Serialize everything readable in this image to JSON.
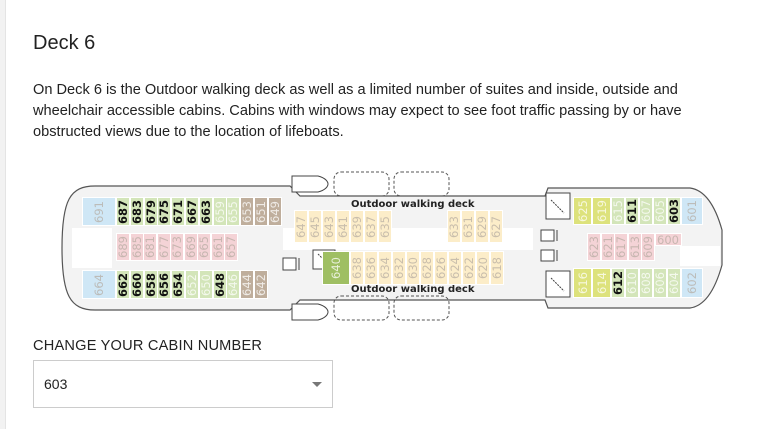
{
  "title": "Deck 6",
  "description": "On Deck 6 is the Outdoor walking deck as well as a limited number of suites and inside, outside and wheelchair accessible cabins. Cabins with windows may expect to see foot traffic passing by or have obstructed views due to the location of lifeboats.",
  "deck_plan": {
    "walking_deck_top": "Outdoor walking deck",
    "walking_deck_bottom": "Outdoor walking deck",
    "colors": {
      "green": "#d3e5b9",
      "greenDark": "#9fbf63",
      "lime": "#dde27c",
      "beige": "#bfae9c",
      "pink": "#f4d3d6",
      "blue": "#cfe7f6",
      "cream": "#fcedc9",
      "grey": "#ececec"
    },
    "groups": [
      {
        "id": "fwd-top",
        "cabins": [
          {
            "n": "691",
            "c": "blue",
            "a": false
          }
        ]
      },
      {
        "id": "fwd-top-row",
        "cabins": [
          {
            "n": "687",
            "c": "green",
            "a": true
          },
          {
            "n": "683",
            "c": "green",
            "a": true
          },
          {
            "n": "679",
            "c": "green",
            "a": true
          },
          {
            "n": "675",
            "c": "green",
            "a": true
          },
          {
            "n": "671",
            "c": "green",
            "a": true
          },
          {
            "n": "667",
            "c": "green",
            "a": true
          },
          {
            "n": "663",
            "c": "green",
            "a": true
          },
          {
            "n": "659",
            "c": "green",
            "a": false
          },
          {
            "n": "655",
            "c": "green",
            "a": false
          },
          {
            "n": "653",
            "c": "beige",
            "a": false
          },
          {
            "n": "651",
            "c": "beige",
            "a": false
          },
          {
            "n": "649",
            "c": "beige",
            "a": false
          }
        ]
      },
      {
        "id": "fwd-mid-row",
        "cabins": [
          {
            "n": "689",
            "c": "pink",
            "a": false
          },
          {
            "n": "685",
            "c": "pink",
            "a": false
          },
          {
            "n": "681",
            "c": "pink",
            "a": false
          },
          {
            "n": "677",
            "c": "pink",
            "a": false
          },
          {
            "n": "673",
            "c": "pink",
            "a": false
          },
          {
            "n": "669",
            "c": "pink",
            "a": false
          },
          {
            "n": "665",
            "c": "pink",
            "a": false
          },
          {
            "n": "661",
            "c": "pink",
            "a": false
          },
          {
            "n": "657",
            "c": "pink",
            "a": false
          }
        ]
      },
      {
        "id": "fwd-bottom",
        "cabins": [
          {
            "n": "664",
            "c": "blue",
            "a": false
          }
        ]
      },
      {
        "id": "fwd-bottom-row",
        "cabins": [
          {
            "n": "662",
            "c": "green",
            "a": true
          },
          {
            "n": "660",
            "c": "green",
            "a": true
          },
          {
            "n": "658",
            "c": "green",
            "a": true
          },
          {
            "n": "656",
            "c": "green",
            "a": true
          },
          {
            "n": "654",
            "c": "green",
            "a": true
          },
          {
            "n": "652",
            "c": "green",
            "a": false
          },
          {
            "n": "650",
            "c": "green",
            "a": false
          },
          {
            "n": "648",
            "c": "green",
            "a": true
          },
          {
            "n": "646",
            "c": "green",
            "a": false
          },
          {
            "n": "644",
            "c": "beige",
            "a": false
          },
          {
            "n": "642",
            "c": "beige",
            "a": false
          }
        ]
      },
      {
        "id": "mid-top-a",
        "cabins": [
          {
            "n": "647",
            "c": "cream",
            "a": false
          },
          {
            "n": "645",
            "c": "cream",
            "a": false
          },
          {
            "n": "643",
            "c": "cream",
            "a": false
          },
          {
            "n": "641",
            "c": "cream",
            "a": false
          },
          {
            "n": "639",
            "c": "cream",
            "a": false
          },
          {
            "n": "637",
            "c": "cream",
            "a": false
          },
          {
            "n": "635",
            "c": "cream",
            "a": false
          }
        ]
      },
      {
        "id": "mid-top-b",
        "cabins": [
          {
            "n": "633",
            "c": "cream",
            "a": false
          },
          {
            "n": "631",
            "c": "cream",
            "a": false
          },
          {
            "n": "629",
            "c": "cream",
            "a": false
          },
          {
            "n": "627",
            "c": "cream",
            "a": false
          }
        ]
      },
      {
        "id": "mid-bottom",
        "cabins": [
          {
            "n": "640",
            "c": "greenDark",
            "a": false
          },
          {
            "n": "638",
            "c": "cream",
            "a": false
          },
          {
            "n": "636",
            "c": "cream",
            "a": false
          },
          {
            "n": "634",
            "c": "cream",
            "a": false
          },
          {
            "n": "632",
            "c": "cream",
            "a": false
          },
          {
            "n": "630",
            "c": "cream",
            "a": false
          },
          {
            "n": "628",
            "c": "cream",
            "a": false
          },
          {
            "n": "626",
            "c": "cream",
            "a": false
          },
          {
            "n": "624",
            "c": "cream",
            "a": false
          },
          {
            "n": "622",
            "c": "cream",
            "a": false
          },
          {
            "n": "620",
            "c": "cream",
            "a": false
          },
          {
            "n": "618",
            "c": "cream",
            "a": false
          }
        ]
      },
      {
        "id": "aft-top",
        "cabins": [
          {
            "n": "625",
            "c": "lime",
            "a": false
          },
          {
            "n": "619",
            "c": "lime",
            "a": false
          },
          {
            "n": "615",
            "c": "green",
            "a": false
          },
          {
            "n": "611",
            "c": "green",
            "a": true
          },
          {
            "n": "607",
            "c": "green",
            "a": false
          },
          {
            "n": "605",
            "c": "green",
            "a": false
          },
          {
            "n": "603",
            "c": "green",
            "a": true
          },
          {
            "n": "601",
            "c": "blue",
            "a": false
          }
        ]
      },
      {
        "id": "aft-mid",
        "cabins": [
          {
            "n": "623",
            "c": "pink",
            "a": false
          },
          {
            "n": "621",
            "c": "pink",
            "a": false
          },
          {
            "n": "617",
            "c": "pink",
            "a": false
          },
          {
            "n": "613",
            "c": "pink",
            "a": false
          },
          {
            "n": "609",
            "c": "pink",
            "a": false
          },
          {
            "n": "600",
            "c": "pink",
            "a": false
          }
        ]
      },
      {
        "id": "aft-bottom",
        "cabins": [
          {
            "n": "616",
            "c": "lime",
            "a": false
          },
          {
            "n": "614",
            "c": "lime",
            "a": false
          },
          {
            "n": "612",
            "c": "green",
            "a": true
          },
          {
            "n": "610",
            "c": "green",
            "a": false
          },
          {
            "n": "608",
            "c": "green",
            "a": false
          },
          {
            "n": "606",
            "c": "green",
            "a": false
          },
          {
            "n": "604",
            "c": "green",
            "a": false
          },
          {
            "n": "602",
            "c": "blue",
            "a": false
          }
        ]
      }
    ]
  },
  "cabin_selector": {
    "label": "CHANGE YOUR CABIN NUMBER",
    "value": "603"
  }
}
